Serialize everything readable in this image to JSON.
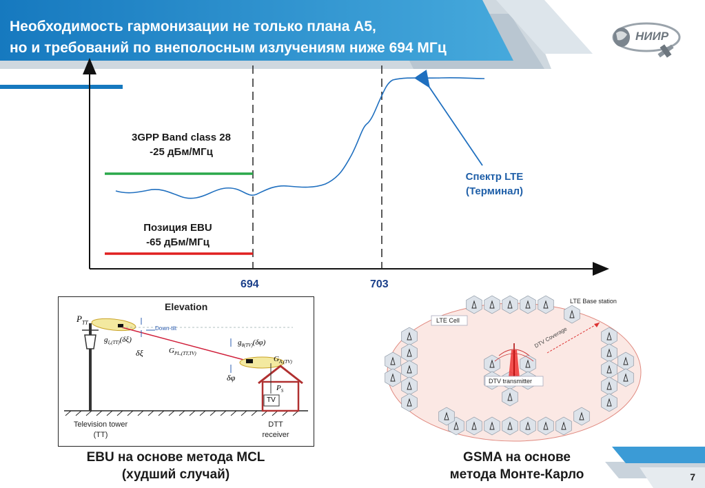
{
  "header": {
    "title_line1": "Необходимость гармонизации не только плана А5,",
    "title_line2": "но и требований по внеполосным излучениям ниже 694 МГц",
    "logo_text": "НИИР"
  },
  "chart": {
    "band28_label_1": "3GPP Band class 28",
    "band28_label_2": "-25 дБм/МГц",
    "ebu_label_1": "Позиция EBU",
    "ebu_label_2": "-65 дБм/МГц",
    "lte_label_1": "Спектр LTE",
    "lte_label_2": "(Терминал)",
    "tick_694": "694",
    "tick_703": "703",
    "colors": {
      "band28": "#2aa84a",
      "ebu": "#e02020",
      "lte": "#1f6fbf",
      "arrow": "#1f6fbf"
    }
  },
  "ebu_figure": {
    "title": "Elevation",
    "p_tt": "P",
    "p_tt_sub": "TT",
    "down_tilt": "Down-tilt",
    "g_tt": "g",
    "g_tt_sub": "ξ,(TT)",
    "g_tt_arg": "(δξ)",
    "delta_xi": "δξ",
    "g_pl": "G",
    "g_pl_sub": "PL,(TT,TV)",
    "g_tv": "g",
    "g_tv_sub": "θ(TV)",
    "g_tv_arg": "(δφ)",
    "g_a": "G",
    "g_a_sub": "A,(TV)",
    "delta_phi": "δφ",
    "p_s": "P",
    "p_s_sub": "S",
    "tv": "TV",
    "tower_label_1": "Television tower",
    "tower_label_2": "(TT)",
    "dtt_label_1": "DTT",
    "dtt_label_2": "receiver"
  },
  "gsma_figure": {
    "lte_base_station": "LTE Base station",
    "lte_cell": "LTE Cell",
    "dtv_coverage": "DTV Coverage",
    "dtv_transmitter": "DTV transmitter"
  },
  "captions": {
    "left_1": "EBU на основе метода MCL",
    "left_2": "(худший случай)",
    "right_1": "GSMA на основе",
    "right_2": "метода Монте-Карло"
  },
  "page_number": "7"
}
